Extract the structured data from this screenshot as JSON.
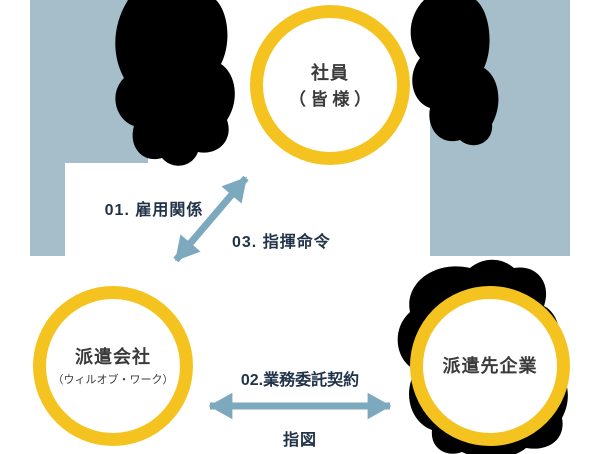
{
  "colors": {
    "bg": "#ffffff",
    "bluegray": "#a6bdca",
    "ring-yellow": "#f4c31f",
    "arrow": "#7da9be",
    "label-text": "#223349",
    "circle-text": "#3a3a3a",
    "blob": "#000000"
  },
  "nodes": {
    "employee": {
      "title": "社員",
      "subtitle": "（ 皆 様 ）"
    },
    "agency": {
      "title": "派遣会社",
      "subtitle": "（ウィルオブ・ワーク）"
    },
    "client": {
      "title": "派遣先企業"
    }
  },
  "labels": {
    "employment": "01. 雇用関係",
    "command": "03. 指揮命令",
    "outsourcing": "02.業務委託契約",
    "instruction": "指図"
  }
}
